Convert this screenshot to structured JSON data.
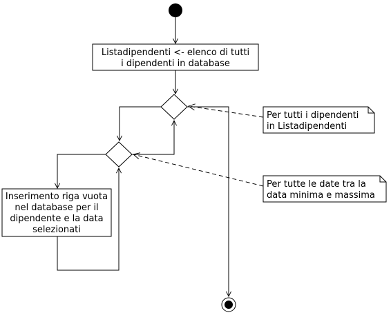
{
  "diagram": {
    "action_top": {
      "lines": [
        "Listadipendenti <- elenco di tutti",
        "i dipendenti in database"
      ]
    },
    "action_insert": {
      "lines": [
        "Inserimento riga vuota",
        "nel database per il",
        "dipendente e la data",
        "selezionati"
      ]
    },
    "note_outer_loop": {
      "lines": [
        "Per tutti i dipendenti",
        "in Listadipendenti"
      ]
    },
    "note_inner_loop": {
      "lines": [
        "Per tutte le date tra la",
        "data minima e massima"
      ]
    }
  }
}
